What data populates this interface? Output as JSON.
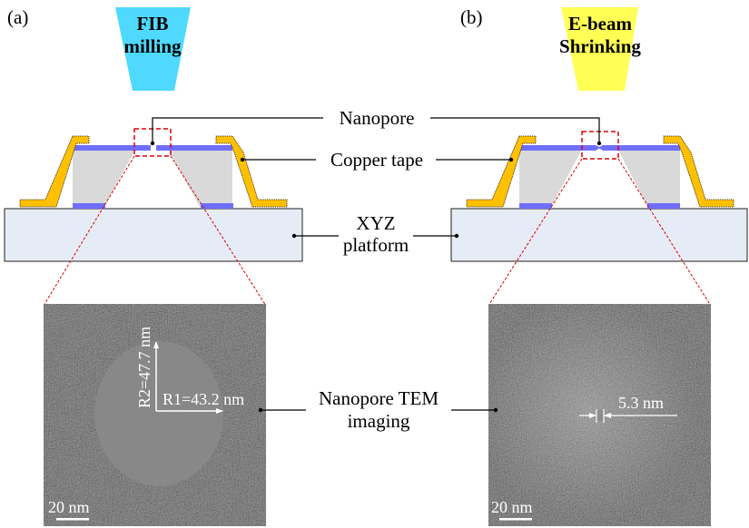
{
  "panels": [
    {
      "id": "a",
      "tag": "(a)",
      "beam": {
        "line1": "FIB",
        "line2": "milling",
        "color": "#4fd9ff"
      },
      "pore_state": "open",
      "tem": {
        "scale_bar": "20 nm",
        "r1_label": "R1=43.2 nm",
        "r2_label": "R2=47.7 nm"
      }
    },
    {
      "id": "b",
      "tag": "(b)",
      "beam": {
        "line1": "E-beam",
        "line2": "Shrinking",
        "color": "#ffff55"
      },
      "pore_state": "shrunk",
      "tem": {
        "scale_bar": "20 nm",
        "diameter_label": "5.3 nm"
      }
    }
  ],
  "callouts": {
    "nanopore": "Nanopore",
    "copper_tape": "Copper tape",
    "platform_line1": "XYZ",
    "platform_line2": "platform",
    "tem_line1": "Nanopore TEM",
    "tem_line2": "imaging"
  },
  "colors": {
    "copper_tape": "#ffc000",
    "membrane": "#6e6eff",
    "chip": "#d9d9d9",
    "platform": "#e6ecf6",
    "zoom_box": "#e00000"
  }
}
